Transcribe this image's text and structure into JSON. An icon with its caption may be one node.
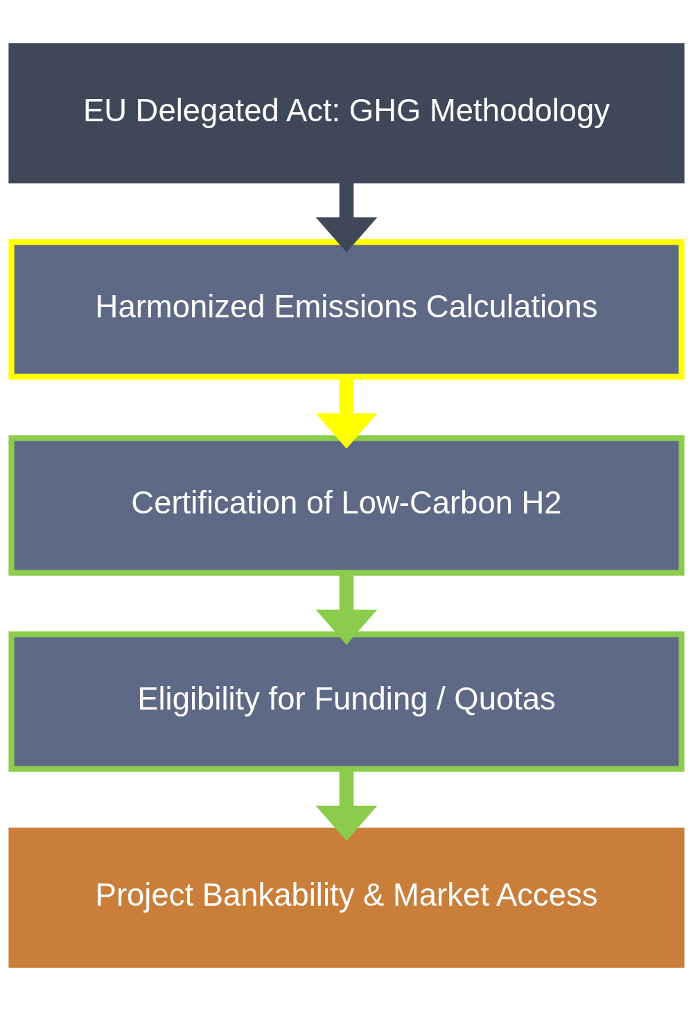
{
  "diagram": {
    "nodes": [
      {
        "text": [
          "EU Delegated Act: GHG Methodology"
        ]
      },
      {
        "text": [
          "Harmonized Emissions Calculations"
        ]
      },
      {
        "text": [
          "Certification of Low-Carbon H2"
        ]
      },
      {
        "text": [
          "Eligibility for Funding / Quotas"
        ]
      },
      {
        "text": [
          "Project Bankability & Market Access"
        ]
      }
    ],
    "edges": [
      {
        "from": 0,
        "to": 1,
        "arrow": "to",
        "color": "#3f4859"
      },
      {
        "from": 1,
        "to": 2,
        "arrow": "to",
        "color": "#ffff00"
      },
      {
        "from": 2,
        "to": 3,
        "arrow": "to"
      },
      {
        "from": 3,
        "to": 4,
        "arrow": "to"
      }
    ]
  }
}
